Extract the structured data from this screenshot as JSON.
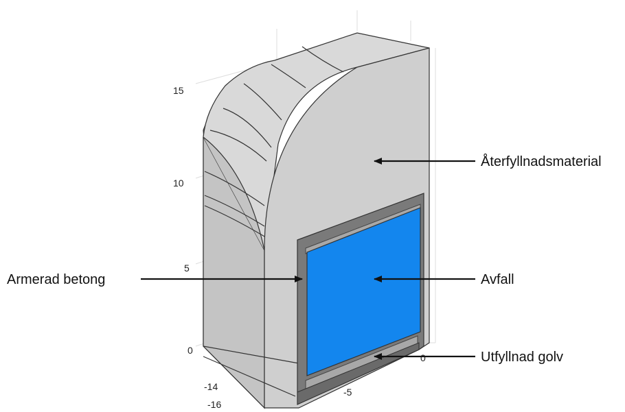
{
  "axis_ticks": {
    "z": [
      "15",
      "10",
      "5",
      "0"
    ],
    "y": [
      "-14",
      "-16"
    ],
    "x": [
      "-5",
      "0"
    ]
  },
  "labels": {
    "backfill": "Återfyllnadsmaterial",
    "waste": "Avfall",
    "concrete": "Armerad betong",
    "floor": "Utfyllnad golv"
  },
  "colors": {
    "backfill_face": "#cfcfcf",
    "side_face": "#c4c4c4",
    "top_face": "#d9d9d9",
    "concrete": "#7a7a7a",
    "waste": "#1386ee",
    "edges": "#333333"
  }
}
